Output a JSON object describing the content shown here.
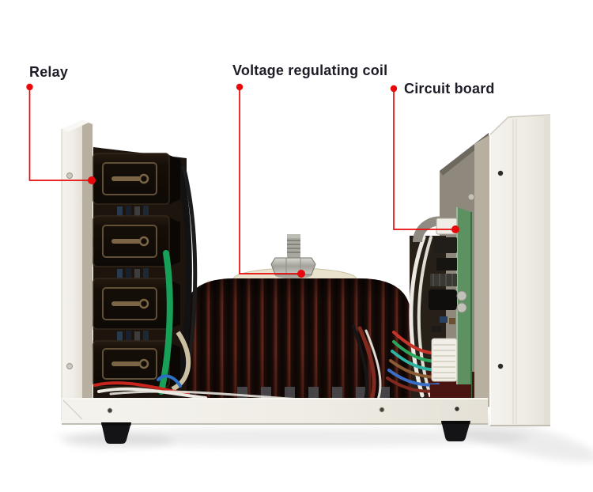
{
  "annotations": {
    "items": [
      {
        "id": "relay",
        "label": "Relay"
      },
      {
        "id": "coil",
        "label": "Voltage regulating coil"
      },
      {
        "id": "circuit_board",
        "label": "Circuit board"
      }
    ]
  },
  "colors": {
    "accent_red": "#e80a0a",
    "label_text": "#1c1c26",
    "case_white": "#efece5",
    "inner_tan": "#b7afa0",
    "relay_black": "#16100a",
    "coil_dark": "#120a07",
    "coil_copper": "#5e241b",
    "coil_disc_cream": "#e9e3cd",
    "pcb_green": "#5d9162",
    "wire_green": "#17a158",
    "foot_black": "#141417"
  }
}
